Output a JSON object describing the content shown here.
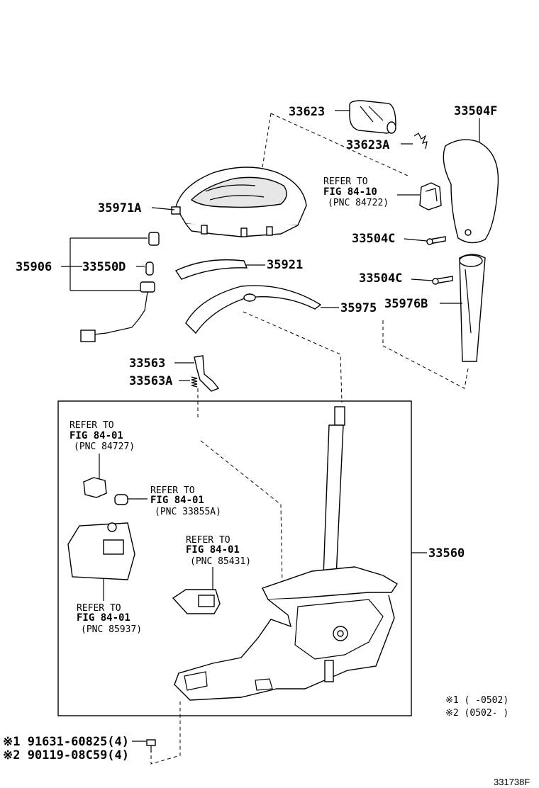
{
  "part_numbers": {
    "p33623": "33623",
    "p33504F": "33504F",
    "p33623A": "33623A",
    "p35971A": "35971A",
    "p33504C_1": "33504C",
    "p35906": "35906",
    "p33550D": "33550D",
    "p35921": "35921",
    "p33504C_2": "33504C",
    "p35975": "35975",
    "p35976B": "35976B",
    "p33563": "33563",
    "p33563A": "33563A",
    "p33560": "33560"
  },
  "references": {
    "ref_84722": {
      "line1": "REFER TO",
      "line2": "FIG 84-10",
      "line3": "(PNC 84722)"
    },
    "ref_84727": {
      "line1": "REFER TO",
      "line2": "FIG 84-01",
      "line3": "(PNC 84727)"
    },
    "ref_33855A": {
      "line1": "REFER TO",
      "line2": "FIG 84-01",
      "line3": "(PNC 33855A)"
    },
    "ref_85431": {
      "line1": "REFER TO",
      "line2": "FIG 84-01",
      "line3": "(PNC 85431)"
    },
    "ref_85937": {
      "line1": "REFER TO",
      "line2": "FIG 84-01",
      "line3": "(PNC 85937)"
    }
  },
  "legend": {
    "note1": "※1 (      -0502)",
    "note2": "※2 (0502-      )"
  },
  "bolts": {
    "line1": "※1 91631-60825(4)",
    "line2": "※2 90119-08C59(4)"
  },
  "figure_id": "331738F"
}
